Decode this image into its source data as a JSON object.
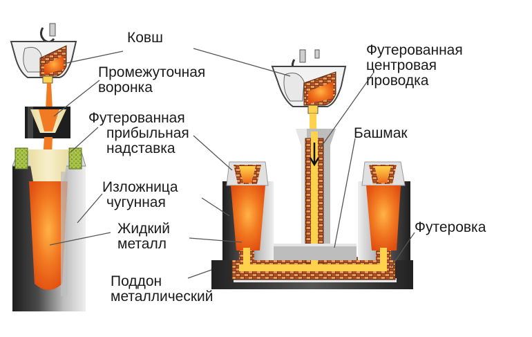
{
  "diagram": {
    "title": "Разливка стали в изложницы: сверху и сифоном",
    "labels": {
      "kovsh": "Ковш",
      "voronka": [
        "Промежуточная",
        "воронка"
      ],
      "pribylnaya": [
        "Футерованная",
        "прибыльная",
        "надставка"
      ],
      "izlozhnitsa": [
        "Изложница",
        "чугунная"
      ],
      "metall": [
        "Жидкий",
        "металл"
      ],
      "poddon": [
        "Поддон",
        "металлический"
      ],
      "provodka": [
        "Футерованная",
        "центровая",
        "проводка"
      ],
      "bashmak": "Башмак",
      "futerovka": "Футеровка"
    },
    "colors": {
      "molten": "#f06a1e",
      "molten_light": "#f6b53a",
      "steel_dark": "#2e2e2e",
      "steel_light": "#d9d9d9",
      "cream": "#f4e8b4",
      "brick": "#a8451f"
    }
  }
}
